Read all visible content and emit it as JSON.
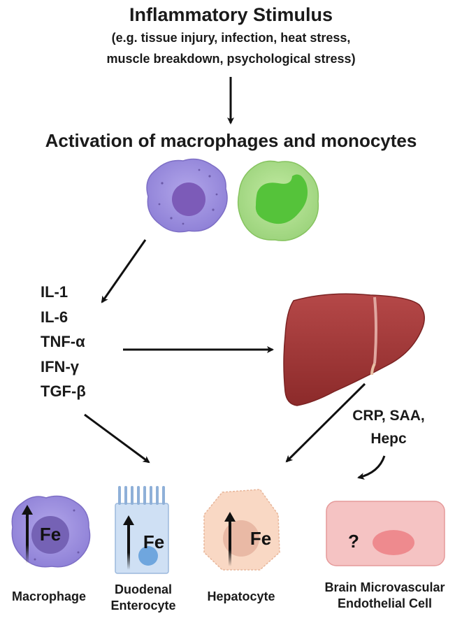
{
  "header": {
    "title": "Inflammatory Stimulus",
    "examples_line1": "(e.g. tissue injury, infection, heat stress,",
    "examples_line2": "muscle breakdown, psychological stress)"
  },
  "activation_label": "Activation of macrophages and monocytes",
  "cytokines": [
    "IL-1",
    "IL-6",
    "TNF-α",
    "IFN-γ",
    "TGF-β"
  ],
  "liver_products": {
    "line1": "CRP, SAA,",
    "line2": "Hepc"
  },
  "iron_symbol": "Fe",
  "unknown_marker": "?",
  "targets": {
    "macrophage": "Macrophage",
    "enterocyte_line1": "Duodenal",
    "enterocyte_line2": "Enterocyte",
    "hepatocyte": "Hepatocyte",
    "endothelial_line1": "Brain Microvascular",
    "endothelial_line2": "Endothelial Cell"
  },
  "colors": {
    "macrophage": "#9d8fdc",
    "monocyte": "#a9dc86",
    "liver": "#a83a3a",
    "enterocyte": "#c9dcf2",
    "hepatocyte": "#f8d6c2",
    "endothelial": "#f2b8b8",
    "arrow": "#111111"
  },
  "icons": [
    "macrophage-cell",
    "monocyte-cell",
    "liver-organ",
    "enterocyte-cell",
    "hepatocyte-cell",
    "endothelial-cell"
  ]
}
